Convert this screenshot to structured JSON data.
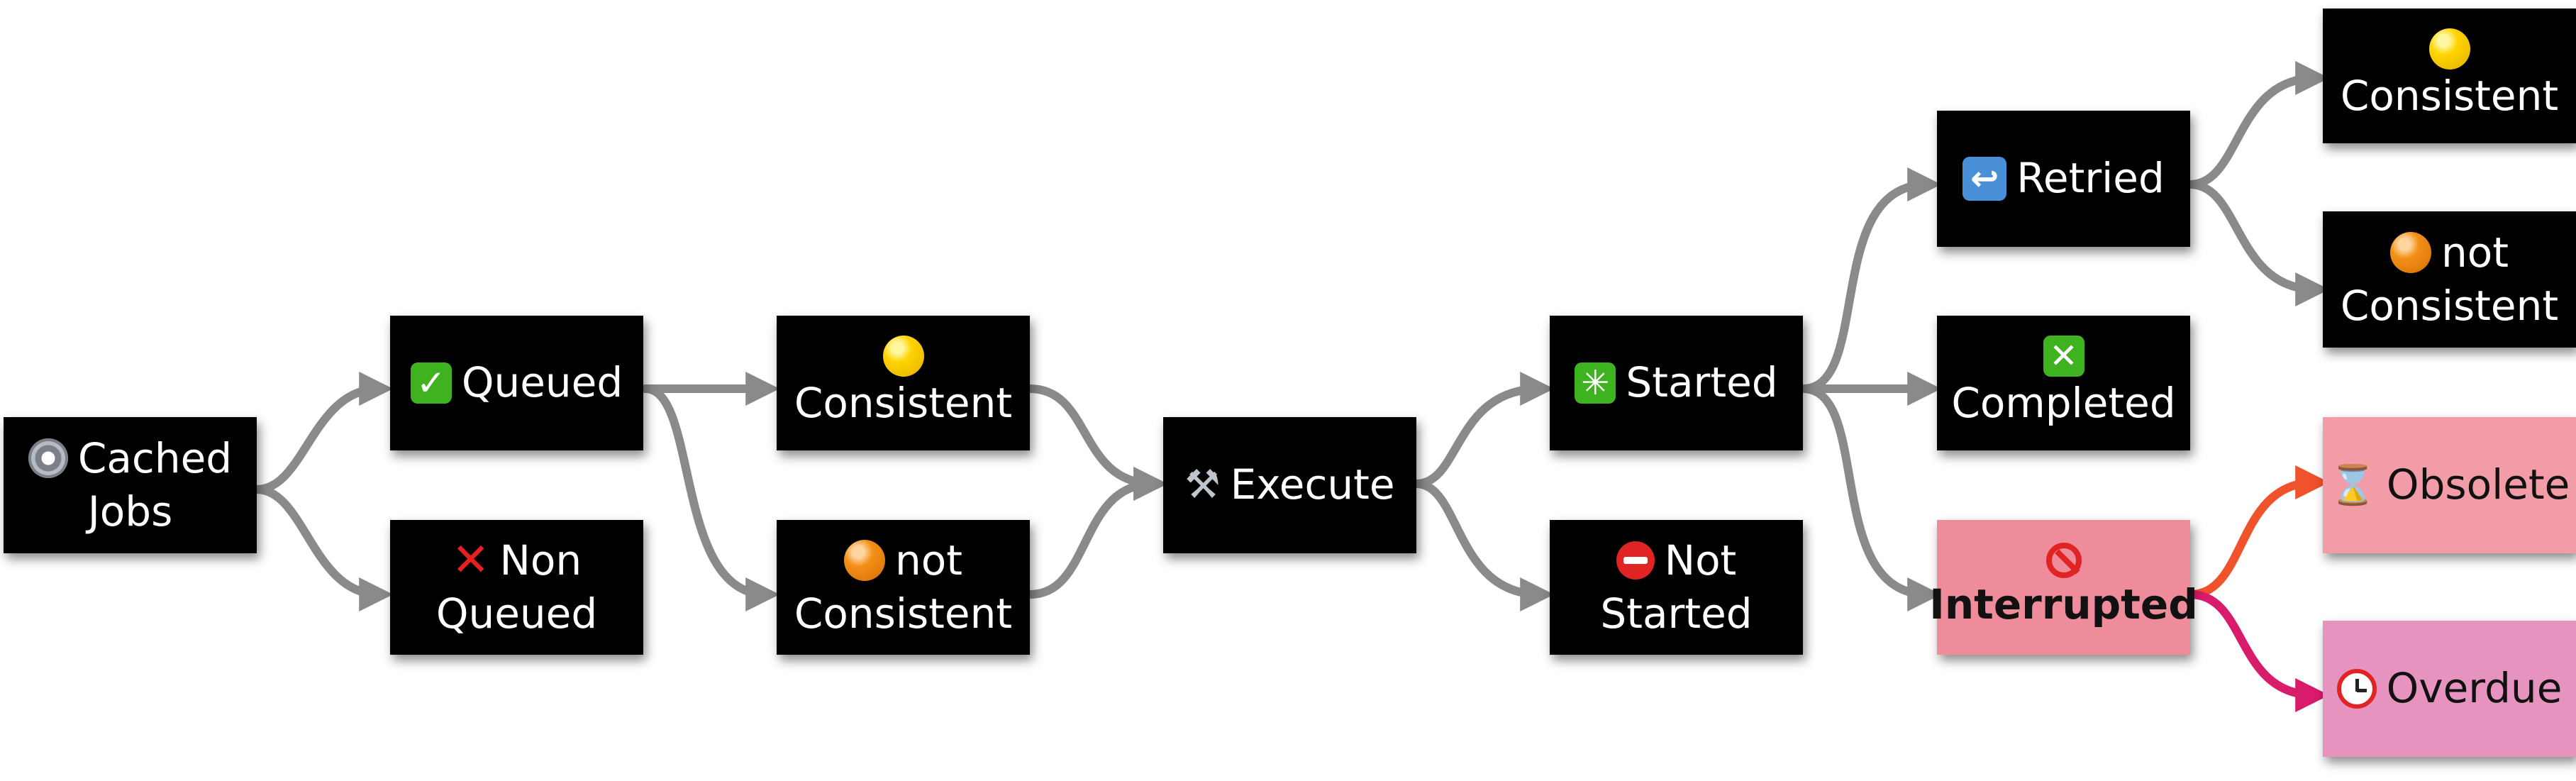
{
  "nodes": {
    "cached_jobs": {
      "line1": "Cached",
      "line2": "Jobs",
      "icon": "gear-icon"
    },
    "queued": {
      "label": "Queued",
      "icon": "check-mark-icon"
    },
    "non_queued": {
      "line1": "Non",
      "line2": "Queued",
      "icon": "cross-mark-icon"
    },
    "consistent_1": {
      "label": "Consistent",
      "icon": "yellow-circle-icon"
    },
    "not_consistent_1": {
      "line1": "not",
      "line2": "Consistent",
      "icon": "orange-circle-icon"
    },
    "execute": {
      "label": "Execute",
      "icon": "tools-icon"
    },
    "started": {
      "label": "Started",
      "icon": "sparkle-icon"
    },
    "not_started": {
      "line1": "Not",
      "line2": "Started",
      "icon": "no-entry-icon"
    },
    "retried": {
      "label": "Retried",
      "icon": "retry-arrow-icon"
    },
    "completed": {
      "label": "Completed",
      "icon": "cross-box-icon"
    },
    "interrupted": {
      "label": "Interrupted",
      "icon": "prohibited-icon"
    },
    "consistent_2": {
      "label": "Consistent",
      "icon": "yellow-circle-icon"
    },
    "not_consistent_2": {
      "line1": "not",
      "line2": "Consistent",
      "icon": "orange-circle-icon"
    },
    "obsolete": {
      "label": "Obsolete",
      "icon": "hourglass-icon"
    },
    "overdue": {
      "label": "Overdue",
      "icon": "alarm-clock-icon"
    }
  },
  "colors": {
    "node_dark": "#000000",
    "node_text": "#ffffff",
    "interrupted_fill": "#ee8c9c",
    "obsolete_fill": "#f19ca6",
    "overdue_fill": "#e793c0",
    "edge_gray": "#8a8a8a",
    "edge_orange": "#f0522b",
    "edge_magenta": "#d81b6a"
  },
  "edges": [
    {
      "from": "Cached Jobs",
      "to": "Queued"
    },
    {
      "from": "Cached Jobs",
      "to": "Non Queued"
    },
    {
      "from": "Queued",
      "to": "Consistent"
    },
    {
      "from": "Queued",
      "to": "not Consistent"
    },
    {
      "from": "Consistent",
      "to": "Execute"
    },
    {
      "from": "not Consistent",
      "to": "Execute"
    },
    {
      "from": "Execute",
      "to": "Started"
    },
    {
      "from": "Execute",
      "to": "Not Started"
    },
    {
      "from": "Started",
      "to": "Retried"
    },
    {
      "from": "Started",
      "to": "Completed"
    },
    {
      "from": "Started",
      "to": "Interrupted"
    },
    {
      "from": "Retried",
      "to": "Consistent"
    },
    {
      "from": "Retried",
      "to": "not Consistent"
    },
    {
      "from": "Interrupted",
      "to": "Obsolete"
    },
    {
      "from": "Interrupted",
      "to": "Overdue"
    }
  ]
}
